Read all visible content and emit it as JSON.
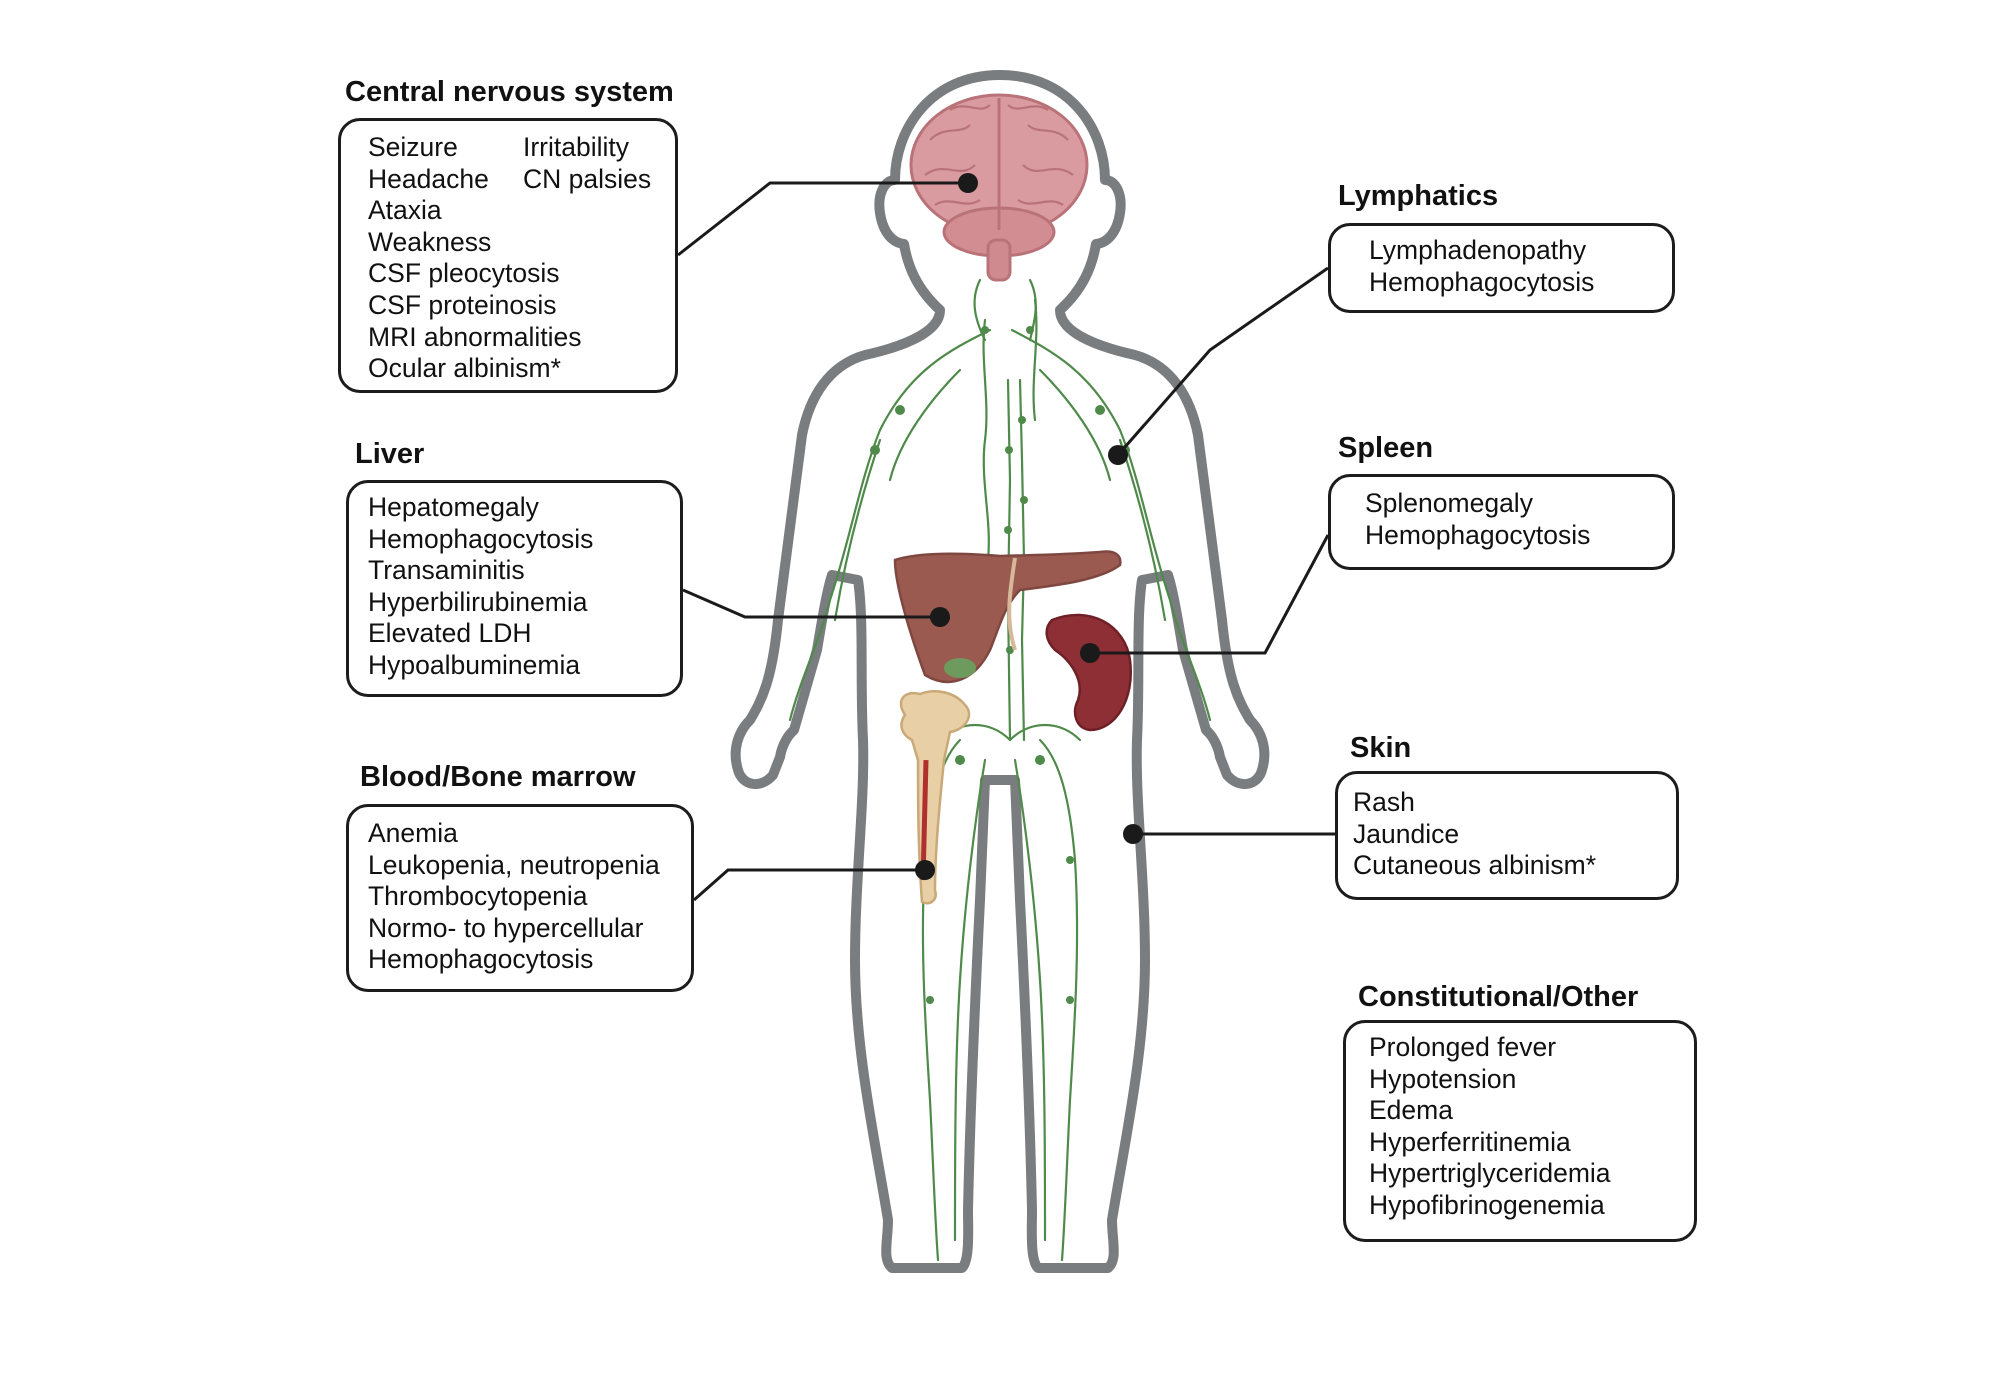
{
  "sections": {
    "cns": {
      "title": "Central nervous system",
      "col1": [
        "Seizure",
        "Headache",
        "Ataxia",
        "Weakness",
        "CSF pleocytosis",
        "CSF proteinosis",
        "MRI abnormalities",
        "Ocular albinism*"
      ],
      "col2": [
        "Irritability",
        "CN palsies"
      ]
    },
    "liver": {
      "title": "Liver",
      "items": [
        "Hepatomegaly",
        "Hemophagocytosis",
        "Transaminitis",
        "Hyperbilirubinemia",
        "Elevated LDH",
        "Hypoalbuminemia"
      ]
    },
    "blood": {
      "title": "Blood/Bone marrow",
      "items": [
        "Anemia",
        "Leukopenia, neutropenia",
        "Thrombocytopenia",
        "Normo- to hypercellular",
        "Hemophagocytosis"
      ]
    },
    "lymphatics": {
      "title": "Lymphatics",
      "items": [
        "Lymphadenopathy",
        "Hemophagocytosis"
      ]
    },
    "spleen": {
      "title": "Spleen",
      "items": [
        "Splenomegaly",
        "Hemophagocytosis"
      ]
    },
    "skin": {
      "title": "Skin",
      "items": [
        "Rash",
        "Jaundice",
        "Cutaneous albinism*"
      ]
    },
    "constitutional": {
      "title": "Constitutional/Other",
      "items": [
        "Prolonged fever",
        "Hypotension",
        "Edema",
        "Hyperferritinemia",
        "Hypertriglyceridemia",
        "Hypofibrinogenemia"
      ]
    }
  },
  "colors": {
    "outline": "#7a7d80",
    "lymph": "#4f8a4a",
    "brain": "#d99aa0",
    "liver": "#9a5a50",
    "spleen": "#8e2f35",
    "bone": "#e9cfa5",
    "marrow": "#b0302e",
    "connector": "#1a1a1a"
  }
}
